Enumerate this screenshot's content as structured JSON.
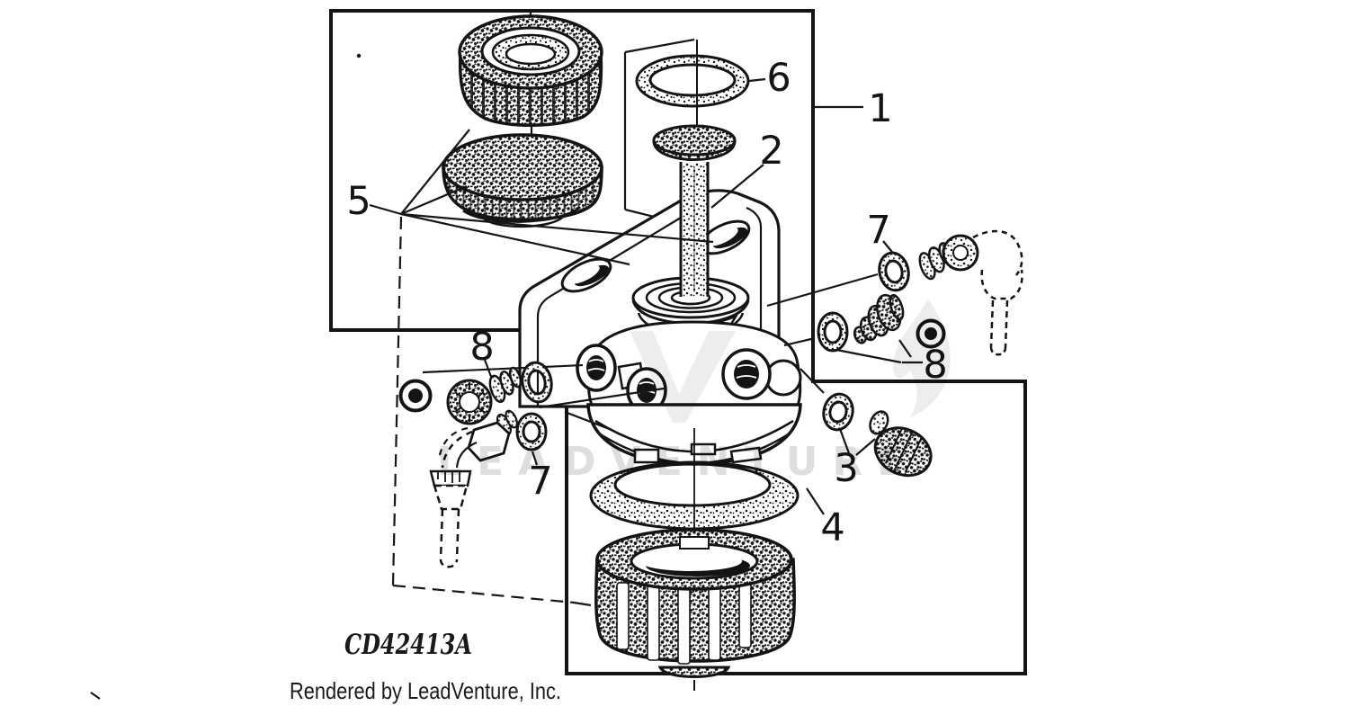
{
  "figure": {
    "part_code": "CD42413A",
    "credit": "Rendered by LeadVenture, Inc.",
    "watermark": "LEADVENTURE",
    "colors": {
      "ink": "#141414",
      "paper": "#ffffff",
      "watermark_gray": "#dddddd"
    }
  },
  "callouts": [
    {
      "label": "1"
    },
    {
      "label": "2"
    },
    {
      "label": "3"
    },
    {
      "label": "4"
    },
    {
      "label": "5"
    },
    {
      "label": "6"
    },
    {
      "label": "7"
    },
    {
      "label": "7"
    },
    {
      "label": "8"
    },
    {
      "label": "8"
    }
  ]
}
